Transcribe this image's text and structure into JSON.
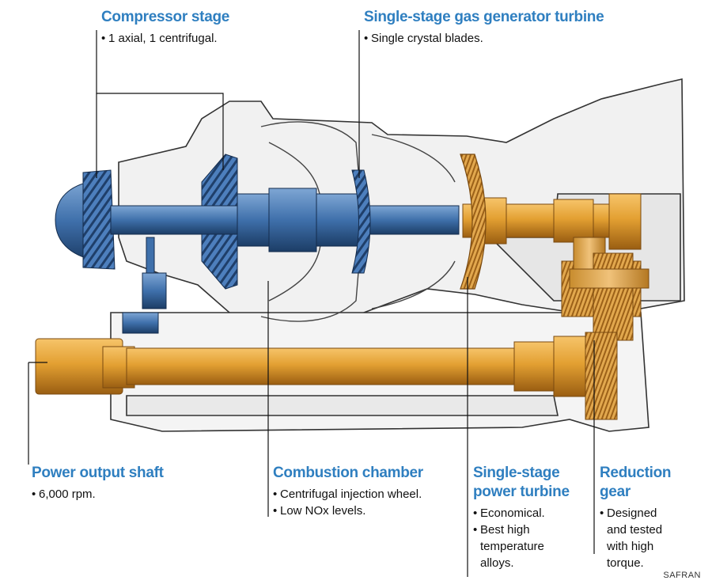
{
  "callouts": {
    "compressor": {
      "title": "Compressor stage",
      "bullets": [
        "1 axial, 1 centrifugal."
      ]
    },
    "gas_generator_turbine": {
      "title": "Single-stage gas generator turbine",
      "bullets": [
        "Single crystal blades."
      ]
    },
    "power_output_shaft": {
      "title": "Power output shaft",
      "bullets": [
        "6,000 rpm."
      ]
    },
    "combustion_chamber": {
      "title": "Combustion chamber",
      "bullets": [
        "Centrifugal injection wheel.",
        "Low NOx levels."
      ]
    },
    "power_turbine": {
      "title_line1": "Single-stage",
      "title_line2": "power turbine",
      "bullets": [
        "Economical.",
        "Best high temperature alloys."
      ]
    },
    "reduction_gear": {
      "title": "Reduction gear",
      "bullets": [
        "Designed and tested with high torque."
      ]
    }
  },
  "credit": "SAFRAN",
  "colors": {
    "label_blue": "#2f7fc0",
    "rotor_blue": "#2d5d94",
    "shaft_orange": "#d9951e",
    "casing_gray": "#e8e8e8"
  }
}
